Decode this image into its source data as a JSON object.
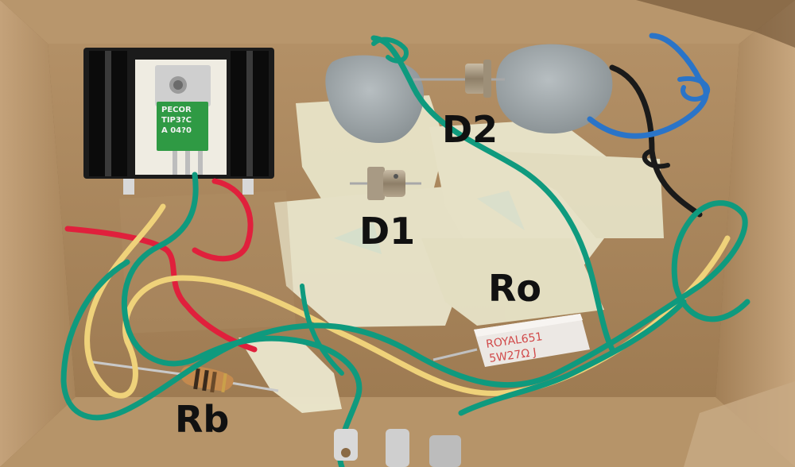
{
  "labels": {
    "d2": "D2",
    "d1": "D1",
    "ro": "Ro",
    "rb": "Rb"
  },
  "transistor": {
    "brand": "PECOR",
    "part": "TIP3?C",
    "code": "A 04?0"
  },
  "power_resistor": {
    "line1": "ROYAL651",
    "line2": "5W27Ω J"
  },
  "colors": {
    "cardboard": "#a7855e",
    "cardboard_dark": "#6b4f34",
    "tape": "#e6e2c6",
    "heatsink": "#151515",
    "green_wire": "#0f9a7e",
    "red_wire": "#e0203c",
    "yellow_wire": "#efd27a",
    "blue_wire": "#2a74c8",
    "black_wire": "#1a1a1a",
    "putty": "#9aa3a6",
    "label_green": "#2f9a44"
  }
}
